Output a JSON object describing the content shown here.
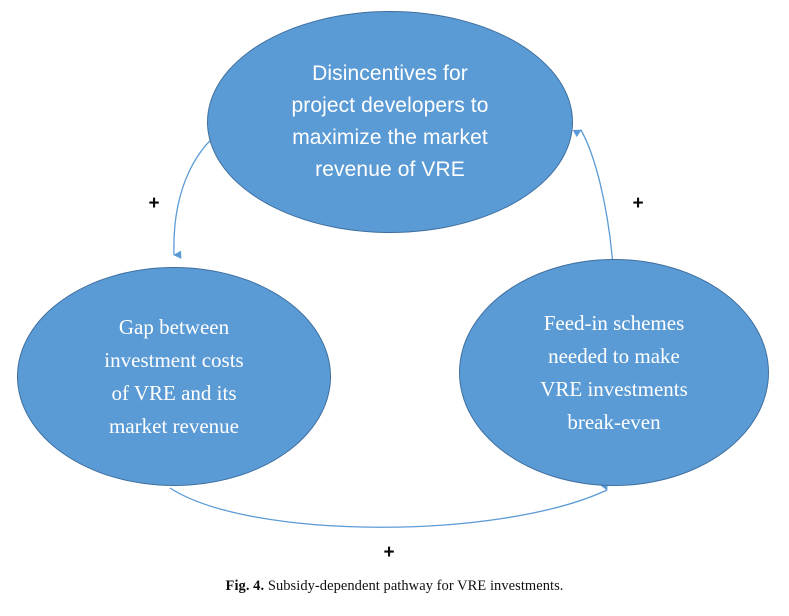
{
  "figure": {
    "caption_number": "Fig. 4.",
    "caption_text": "Subsidy-dependent pathway for VRE investments."
  },
  "diagram": {
    "type": "causal-loop-diagram",
    "background_color": "#FFFFFF",
    "node_fill_color": "#5B9BD5",
    "node_border_color": "#3F6F9F",
    "node_text_color": "#FFFFFF",
    "arrow_color": "#5B9BD5",
    "polarity_color": "#0A0A0A",
    "nodes": [
      {
        "id": "disincentives",
        "label": "Disincentives for\nproject developers to\nmaximize the market\nrevenue of VRE",
        "position": "top"
      },
      {
        "id": "gap",
        "label": "Gap between\ninvestment costs\nof VRE and its\nmarket revenue",
        "position": "bottom-left"
      },
      {
        "id": "feedin",
        "label": "Feed-in schemes\nneeded to make\nVRE investments\nbreak-even",
        "position": "bottom-right"
      }
    ],
    "edges": [
      {
        "id": "disincentives-to-gap",
        "from": "disincentives",
        "to": "gap",
        "polarity": "+",
        "side": "left"
      },
      {
        "id": "feedin-to-disincentives",
        "from": "feedin",
        "to": "disincentives",
        "polarity": "+",
        "side": "right"
      },
      {
        "id": "gap-to-feedin",
        "from": "gap",
        "to": "feedin",
        "polarity": "+",
        "side": "bottom"
      }
    ]
  }
}
